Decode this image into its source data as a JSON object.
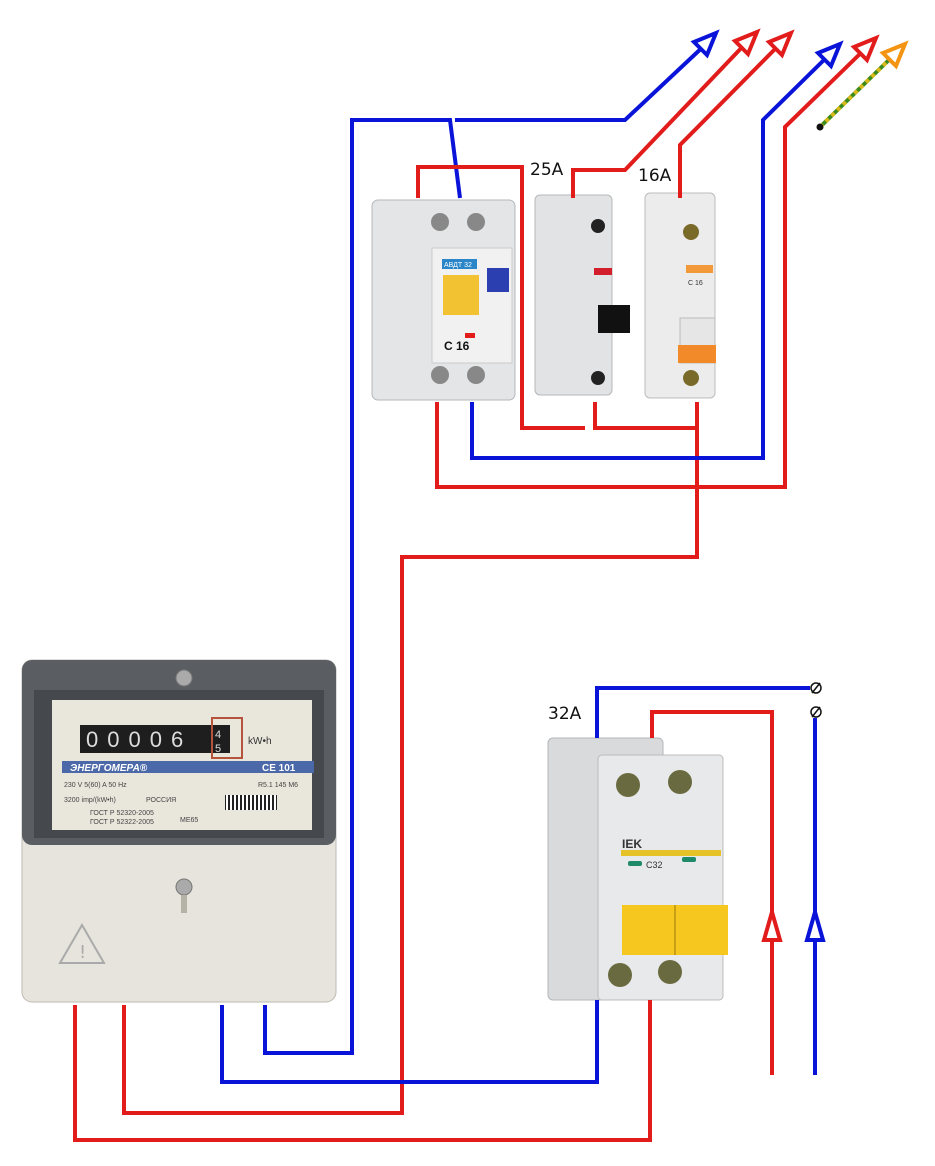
{
  "title": "Single-phase meter and circuit breaker wiring diagram",
  "colors": {
    "phase": "#e21b1b",
    "neutral": "#0a14d8",
    "earth_tip": "#f39412",
    "earth_stripe_a": "#3a8a1e",
    "earth_stripe_b": "#d8b81a"
  },
  "labels": {
    "breaker_25": "25A",
    "breaker_16": "16A",
    "breaker_32": "32A"
  },
  "meter": {
    "reading": "00006",
    "reading_fraction_top": "4",
    "reading_fraction_bottom": "5",
    "unit": "kW•h",
    "brand": "ЭНЕРГОМЕРА®",
    "model": "CE 101",
    "rating": "230 V 5(60) A 50 Hz",
    "imp": "3200 imp/(kW•h)",
    "country": "РОССИЯ",
    "code": "R5.1 145 M6",
    "standard_1": "ГОСТ Р 52320-2005",
    "standard_2": "ГОСТ Р 52322-2005",
    "cert": "ME65"
  },
  "rcbo": {
    "brand": "АВДТ 32",
    "rating": "C 16"
  },
  "breaker_16_rating": "C 16",
  "breaker_32": {
    "brand": "IEK",
    "rating": "C32"
  }
}
